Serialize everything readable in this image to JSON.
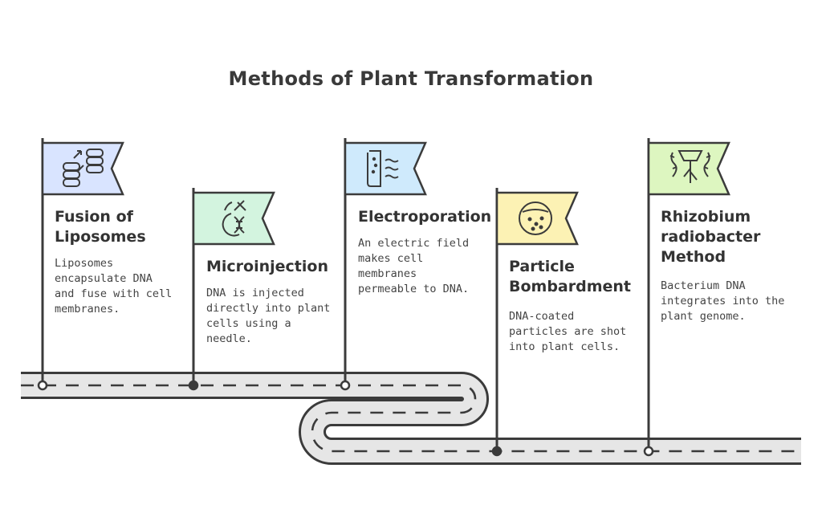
{
  "title": "Methods of Plant Transformation",
  "steps": [
    {
      "name": "Fusion of\nLiposomes",
      "description": "Liposomes\nencapsulate DNA\nand fuse with cell\nmembranes.",
      "icon": "liposome-icon",
      "color": "#c9d8ff"
    },
    {
      "name": "Microinjection",
      "description": "DNA is injected\ndirectly into plant\ncells using a\nneedle.",
      "icon": "plant-dna-icon",
      "color": "#c8f0d8"
    },
    {
      "name": "Electroporation",
      "description": "An electric field\nmakes cell\nmembranes\npermeable to DNA.",
      "icon": "electric-field-icon",
      "color": "#c4e6fb"
    },
    {
      "name": "Particle\nBombardment",
      "description": "DNA-coated\nparticles are shot\ninto plant cells.",
      "icon": "particle-icon",
      "color": "#fbf1a6"
    },
    {
      "name": "Rhizobium\nradiobacter\nMethod",
      "description": "Bacterium DNA\nintegrates into the\nplant genome.",
      "icon": "bacterium-roots-icon",
      "color": "#d6f5b0"
    }
  ]
}
